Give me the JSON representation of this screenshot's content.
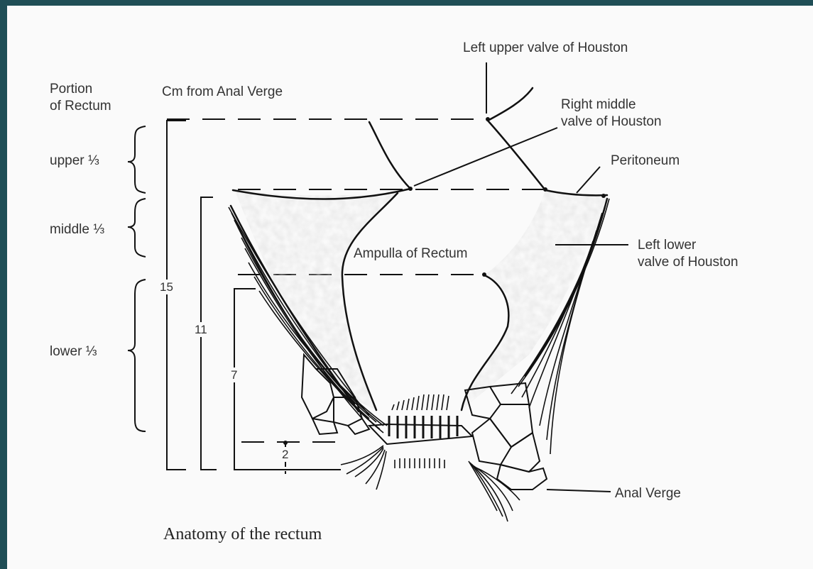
{
  "caption": "Anatomy of the rectum",
  "headers": {
    "portion_line1": "Portion",
    "portion_line2": "of Rectum",
    "cm_from_anal_verge": "Cm from Anal Verge"
  },
  "portions": {
    "upper": "upper ⅓",
    "middle": "middle ⅓",
    "lower": "lower ⅓"
  },
  "distances": {
    "d15": "15",
    "d11": "11",
    "d7": "7",
    "d2": "2"
  },
  "labels": {
    "left_upper_valve": "Left upper valve of Houston",
    "right_middle_valve_line1": "Right middle",
    "right_middle_valve_line2": "valve of Houston",
    "peritoneum": "Peritoneum",
    "left_lower_valve_line1": "Left lower",
    "left_lower_valve_line2": "valve of Houston",
    "ampulla": "Ampulla of Rectum",
    "anal_verge": "Anal Verge"
  },
  "colors": {
    "frame_border": "#1f4e56",
    "background": "#fafafa",
    "stroke": "#111111",
    "mucosa_fill": "#c9c9c9"
  }
}
